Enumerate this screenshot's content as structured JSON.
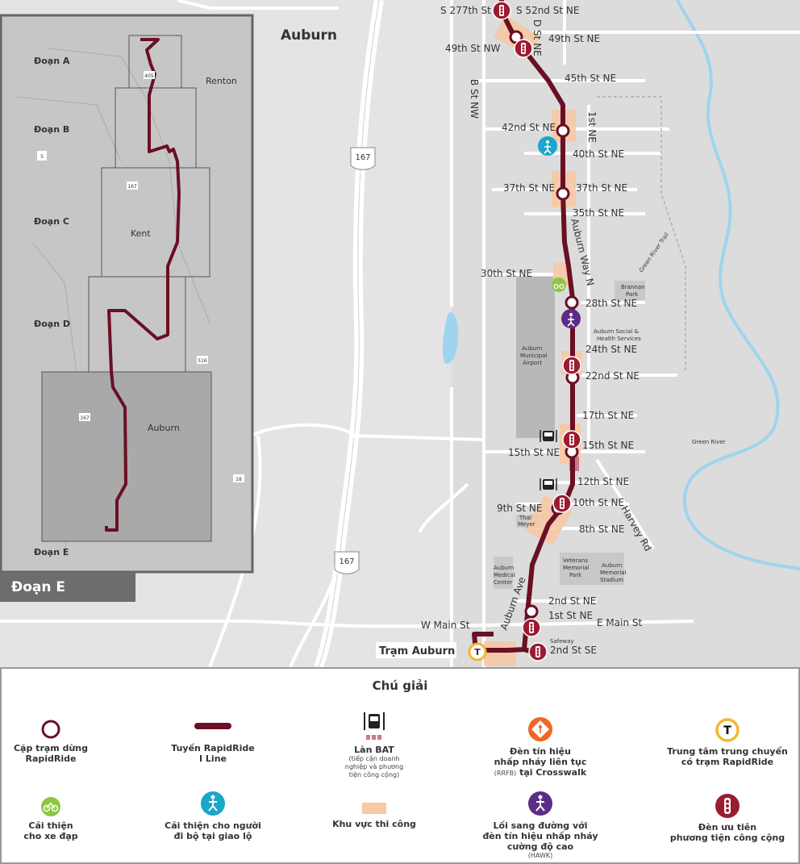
{
  "city_label": "Auburn",
  "inset": {
    "title": "Đoạn E",
    "segments": [
      "Đoạn A",
      "Đoạn B",
      "Đoạn C",
      "Đoạn D",
      "Đoạn E"
    ],
    "places": [
      "Renton",
      "Kent",
      "Auburn"
    ],
    "shields": [
      "405",
      "5",
      "167",
      "167",
      "516",
      "18"
    ]
  },
  "streets": {
    "s277": "S 277th St",
    "s52": "S 52nd St NE",
    "d_st": "D St NE",
    "st49": "49th St NE",
    "st49nw": "49th St NW",
    "b_st": "B St NW",
    "st45": "45th St NE",
    "st42": "42nd St NE",
    "first_st": "1st NE",
    "st40": "40th St NE",
    "st37a": "37th St NE",
    "st37b": "37th St NE",
    "st35": "35th St NE",
    "auburn_way": "Auburn Way N",
    "st30": "30th St NE",
    "st28": "28th St NE",
    "st24": "24th St NE",
    "st22": "22nd St NE",
    "st17": "17th St NE",
    "st15a": "15th St NE",
    "st15b": "15th St NE",
    "st12": "12th St NE",
    "st10": "10th St NE",
    "st9": "9th St NE",
    "st8": "8th St NE",
    "harvey": "Harvey Rd",
    "st2": "2nd St NE",
    "auburn_ave": "Auburn Ave",
    "st1": "1st St NE",
    "w_main": "W Main St",
    "e_main": "E Main St",
    "st2se": "2nd St SE"
  },
  "places": {
    "brannan": [
      "Brannan",
      "Park"
    ],
    "social": [
      "Auburn Social &",
      "Health Services"
    ],
    "airport": [
      "Auburn",
      "Municipal",
      "Airport"
    ],
    "trail": "Green River Trail",
    "river": "Green River",
    "thai": [
      "Thai",
      "Meyer"
    ],
    "veterans": [
      "Veterans",
      "Memorial",
      "Park"
    ],
    "stadium": [
      "Auburn",
      "Memorial",
      "Stadium"
    ],
    "medical": [
      "Auburn",
      "Medical",
      "Center"
    ],
    "safeway": "Safeway"
  },
  "station_label": "Trạm Auburn",
  "shields": {
    "sr167a": "167",
    "sr167b": "167"
  },
  "legend": {
    "title": "Chú giải",
    "items": [
      {
        "title": [
          "Cặp trạm dừng",
          "RapidRide"
        ],
        "sub": []
      },
      {
        "title": [
          "Tuyến RapidRide",
          "I Line"
        ],
        "sub": []
      },
      {
        "title": [
          "Làn BAT"
        ],
        "sub": [
          "(tiếp cận doanh",
          "nghiệp và phương",
          "tiện công cộng)"
        ]
      },
      {
        "title": [
          "Đèn tín hiệu",
          "nhấp nháy liên tục"
        ],
        "sub": [],
        "extra": [
          "(RRFB)",
          " tại Crosswalk"
        ]
      },
      {
        "title": [
          "Trung tâm trung chuyển",
          "có trạm RapidRide"
        ],
        "sub": []
      },
      {
        "title": [
          "Cải thiện",
          "cho xe đạp"
        ],
        "sub": []
      },
      {
        "title": [
          "Cải thiện cho người",
          "đi bộ tại giao lộ"
        ],
        "sub": []
      },
      {
        "title": [
          "Khu vực thi công"
        ],
        "sub": []
      },
      {
        "title": [
          "Lối sang đường với",
          "đèn tín hiệu nhấp nháy",
          "cường độ cao"
        ],
        "sub": [
          "(HAWK)"
        ]
      },
      {
        "title": [
          "Đèn ưu tiên",
          "phương tiện công cộng"
        ],
        "sub": []
      }
    ]
  },
  "colors": {
    "route": "#6b0f24",
    "signal": "#9b1c31",
    "pedestrian": "#1aa7c9",
    "bike": "#8dc63f",
    "hawk": "#5b2c86",
    "rrfb": "#f26522",
    "transit_center": "#f2b733",
    "construction": "#f7c9a4"
  }
}
